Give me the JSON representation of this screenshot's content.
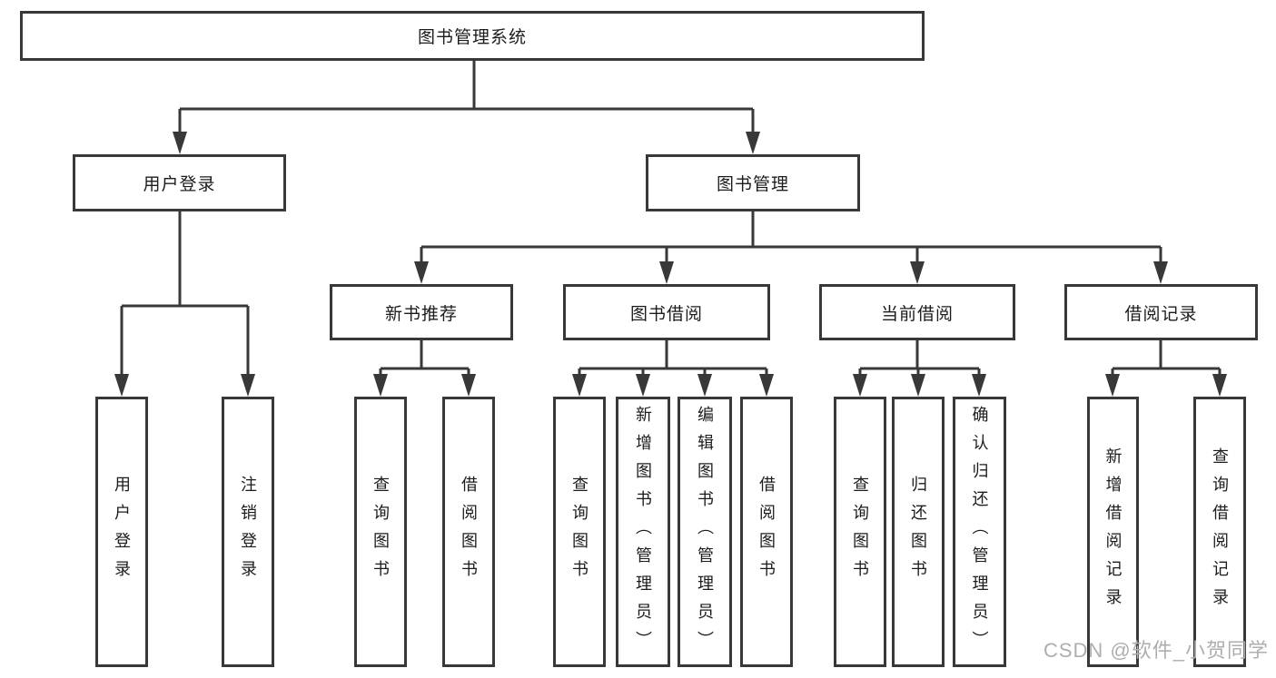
{
  "diagram": {
    "root": "图书管理系统",
    "branches": [
      {
        "label": "用户登录",
        "children": [
          "用户登录",
          "注销登录"
        ]
      },
      {
        "label": "图书管理",
        "children": [
          {
            "label": "新书推荐",
            "children": [
              "查询图书",
              "借阅图书"
            ]
          },
          {
            "label": "图书借阅",
            "children": [
              "查询图书",
              "新增图书（管理员）",
              "编辑图书（管理员）",
              "借阅图书"
            ]
          },
          {
            "label": "当前借阅",
            "children": [
              "查询图书",
              "归还图书",
              "确认归还（管理员）"
            ]
          },
          {
            "label": "借阅记录",
            "children": [
              "新增借阅记录",
              "查询借阅记录"
            ]
          }
        ]
      }
    ]
  },
  "watermark": "CSDN @软件_小贺同学",
  "colors": {
    "line": "#383838",
    "text": "#1c1c1c",
    "watermark": "#aeaeae",
    "background": "#ffffff"
  }
}
